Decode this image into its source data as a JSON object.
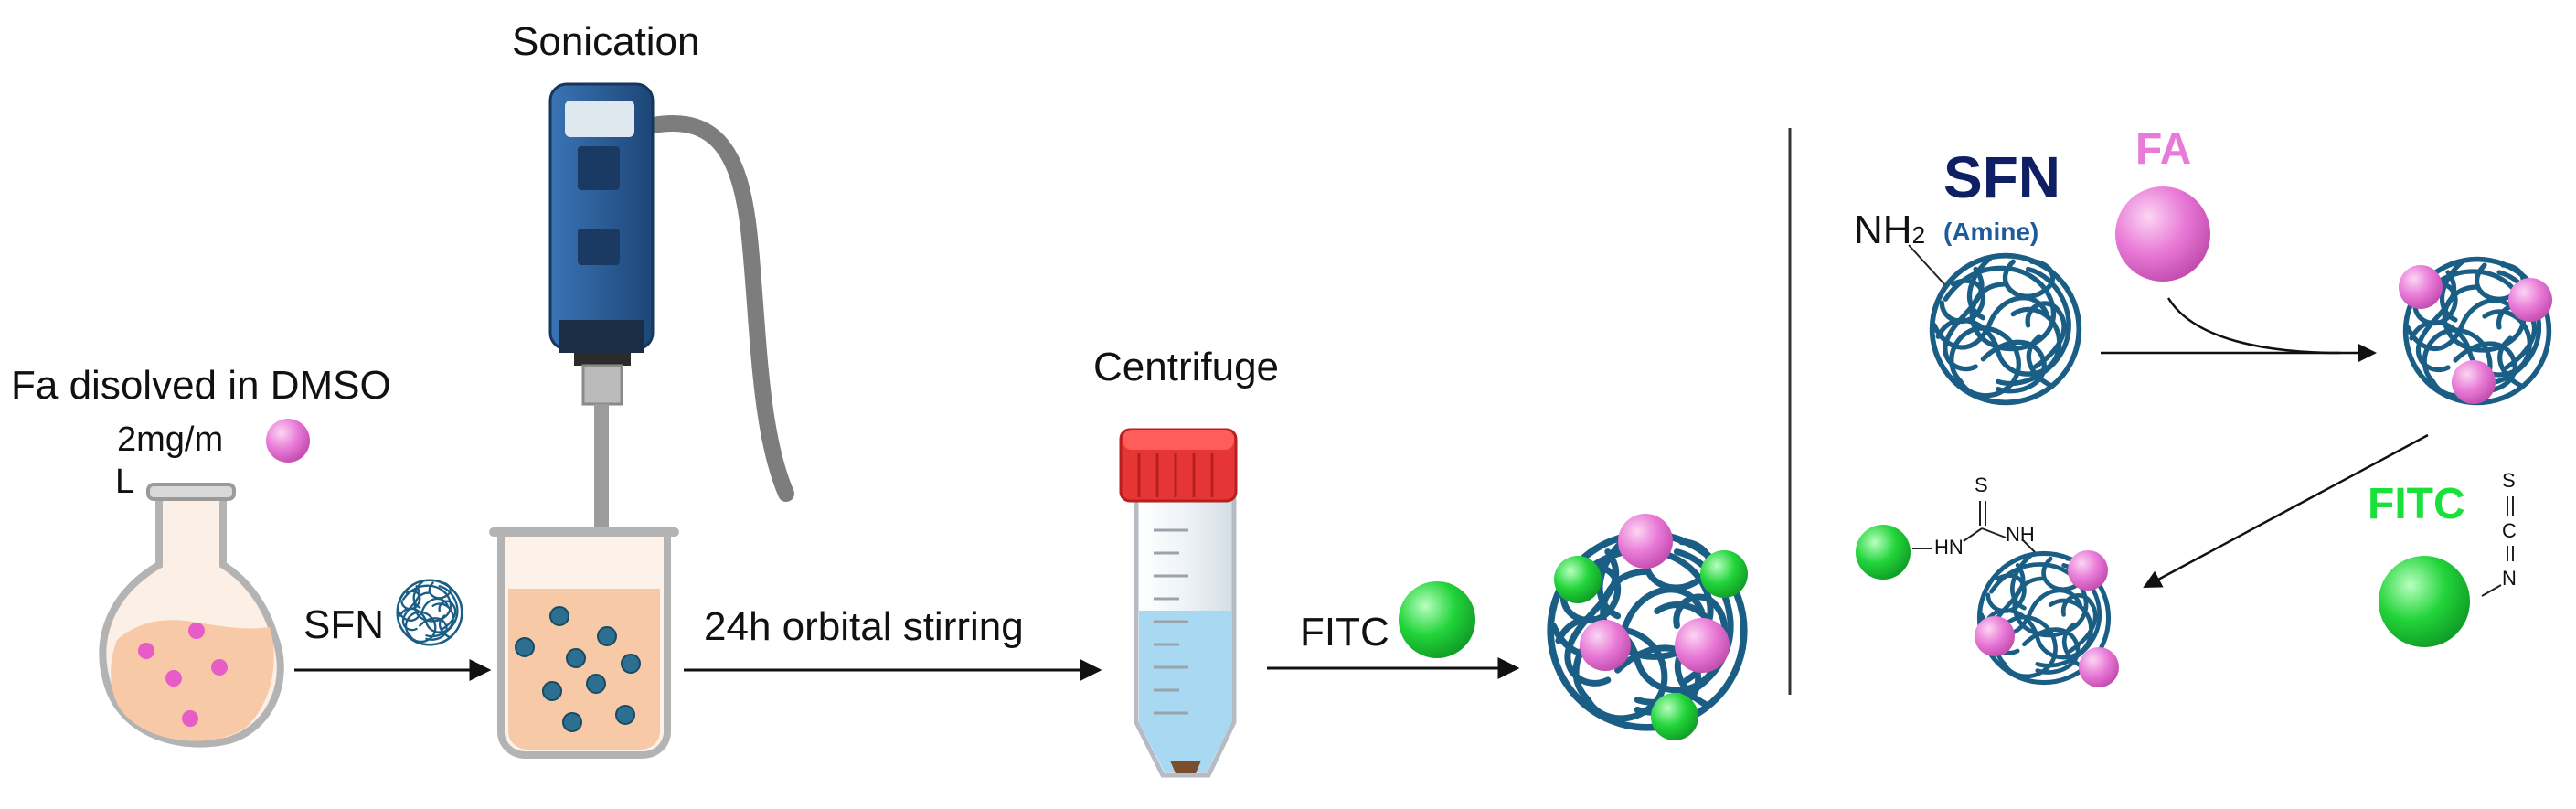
{
  "labels": {
    "fa_dissolved": "Fa disolved in DMSO",
    "conc_line1": "2mg/m",
    "conc_line2": "L",
    "sonication": "Sonication",
    "sfn_small": "SFN",
    "stirring": "24h orbital stirring",
    "centrifuge": "Centrifuge",
    "fitc_small": "FITC"
  },
  "right_panel": {
    "sfn_title": "SFN",
    "nh2": "NH",
    "nh2_sub": "2",
    "amine": "(Amine)",
    "fa_title": "FA",
    "fitc_title": "FITC",
    "hn": "HN",
    "nh": "NH",
    "s_thio": "S",
    "s_ncs": "S",
    "c_ncs": "C",
    "n_ncs": "N"
  },
  "colors": {
    "fa_pink": "#e97ad7",
    "fitc_green": "#22d43a",
    "sfn_blue": "#1b5e85",
    "solution_orange": "#f7c9a6",
    "cap_red": "#e83a3a",
    "tube_liquid": "#a9d8f2",
    "sonicator_blue": "#2c5d97"
  }
}
